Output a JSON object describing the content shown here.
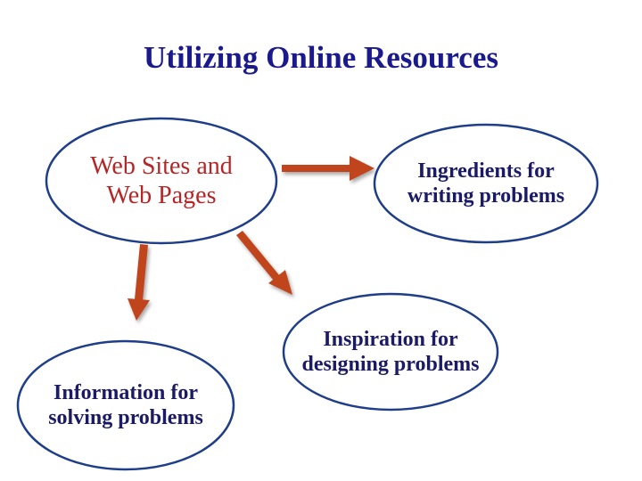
{
  "title": "Utilizing Online Resources",
  "nodes": {
    "web_sites": "Web Sites and\nWeb Pages",
    "ingredients": "Ingredients for\nwriting problems",
    "information": "Information for\nsolving problems",
    "inspiration": "Inspiration for\ndesigning problems"
  },
  "colors": {
    "title": "#1a1a8c",
    "ellipse_stroke": "#1f3e8a",
    "arrow": "#c0451e",
    "highlight_text": "#b52525",
    "node_text": "#1a1a66"
  }
}
